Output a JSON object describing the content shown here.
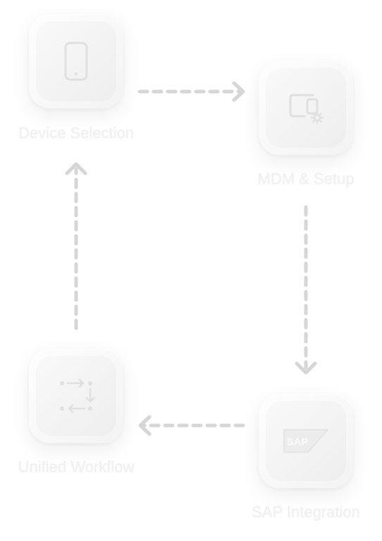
{
  "steps": [
    {
      "label": "Device Selection",
      "icon": "phone-icon"
    },
    {
      "label": "MDM & Setup",
      "icon": "device-settings-icon"
    },
    {
      "label": "SAP Integration",
      "icon": "sap-logo-icon"
    },
    {
      "label": "Unified Workflow",
      "icon": "workflow-arrows-icon"
    }
  ],
  "sap_logo_text": "SAP",
  "colors": {
    "arrow": "#d6d6d6",
    "icon": "#e2e2e2",
    "label": "#f0f0f0",
    "card": "#f6f6f6"
  }
}
